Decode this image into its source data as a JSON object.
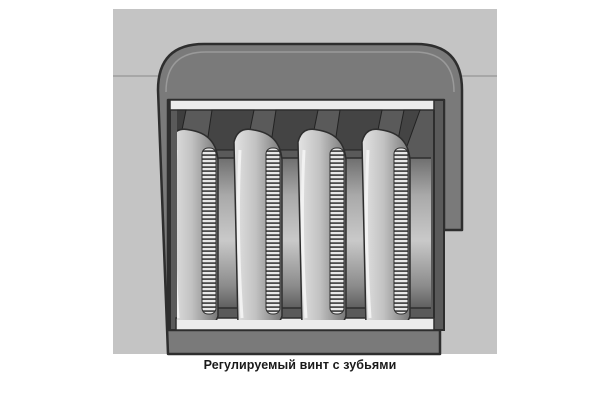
{
  "figure": {
    "caption": "Регулируемый винт с зубьями",
    "subject_icon": "toothed-adjusting-screw",
    "thread_turns": 4,
    "colors": {
      "page_background": "#ffffff",
      "panel_background": "#c4c4c4",
      "housing": "#7c7c7c",
      "housing_outline": "#2e2e2e",
      "slot_interior": "#595959",
      "thread_light": "#d3d3d3",
      "thread_dark": "#6e6e6e",
      "teeth": "#e6e6e6",
      "rail": "#eeeeee"
    }
  }
}
